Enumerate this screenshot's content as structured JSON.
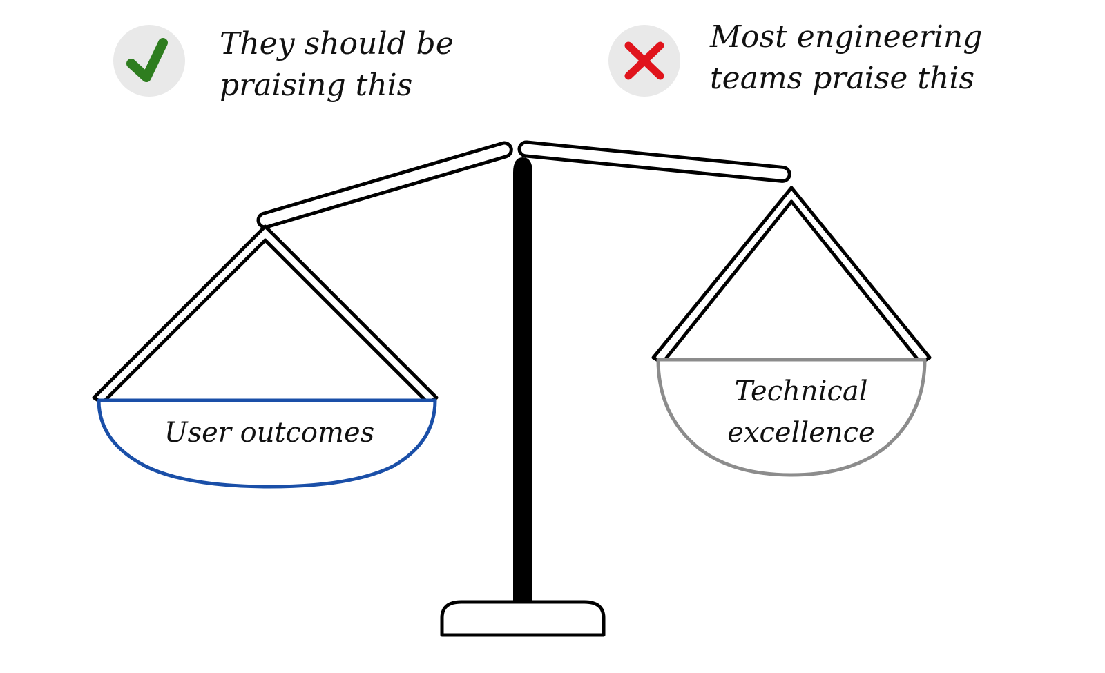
{
  "legend": {
    "good": {
      "icon": "checkmark-icon",
      "icon_color": "#2e7d1f",
      "badge_color": "#e9e9e9",
      "line1": "They should be",
      "line2": "praising this"
    },
    "bad": {
      "icon": "cross-icon",
      "icon_color": "#e0141c",
      "badge_color": "#e9e9e9",
      "line1": "Most engineering",
      "line2": "teams praise this"
    }
  },
  "scale": {
    "left_pan": {
      "label": "User outcomes",
      "rim_color": "#1a4fa8"
    },
    "right_pan": {
      "label_line1": "Technical",
      "label_line2": "excellence",
      "rim_color": "#8c8c8c"
    },
    "stroke_color": "#000000"
  }
}
